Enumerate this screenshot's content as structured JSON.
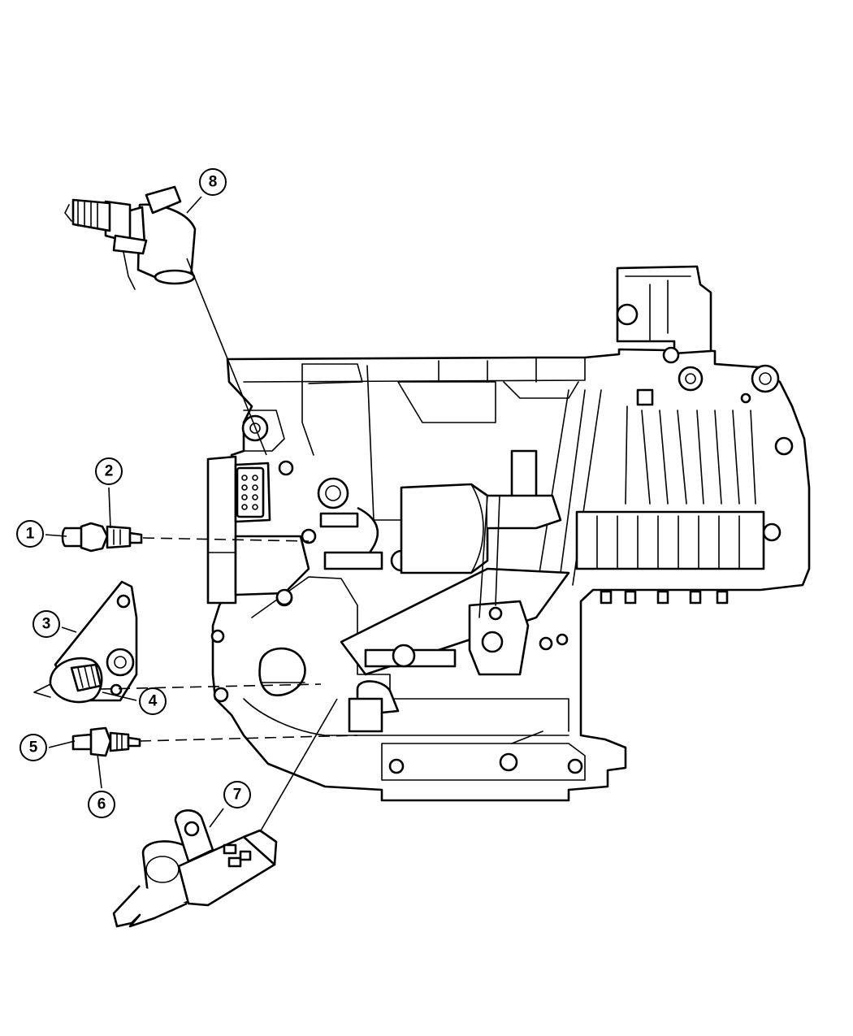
{
  "callouts": [
    {
      "id": "1",
      "label": "1"
    },
    {
      "id": "2",
      "label": "2"
    },
    {
      "id": "3",
      "label": "3"
    },
    {
      "id": "4",
      "label": "4"
    },
    {
      "id": "5",
      "label": "5"
    },
    {
      "id": "6",
      "label": "6"
    },
    {
      "id": "7",
      "label": "7"
    },
    {
      "id": "8",
      "label": "8"
    }
  ],
  "line_color": "#000000",
  "background_color": "#ffffff"
}
